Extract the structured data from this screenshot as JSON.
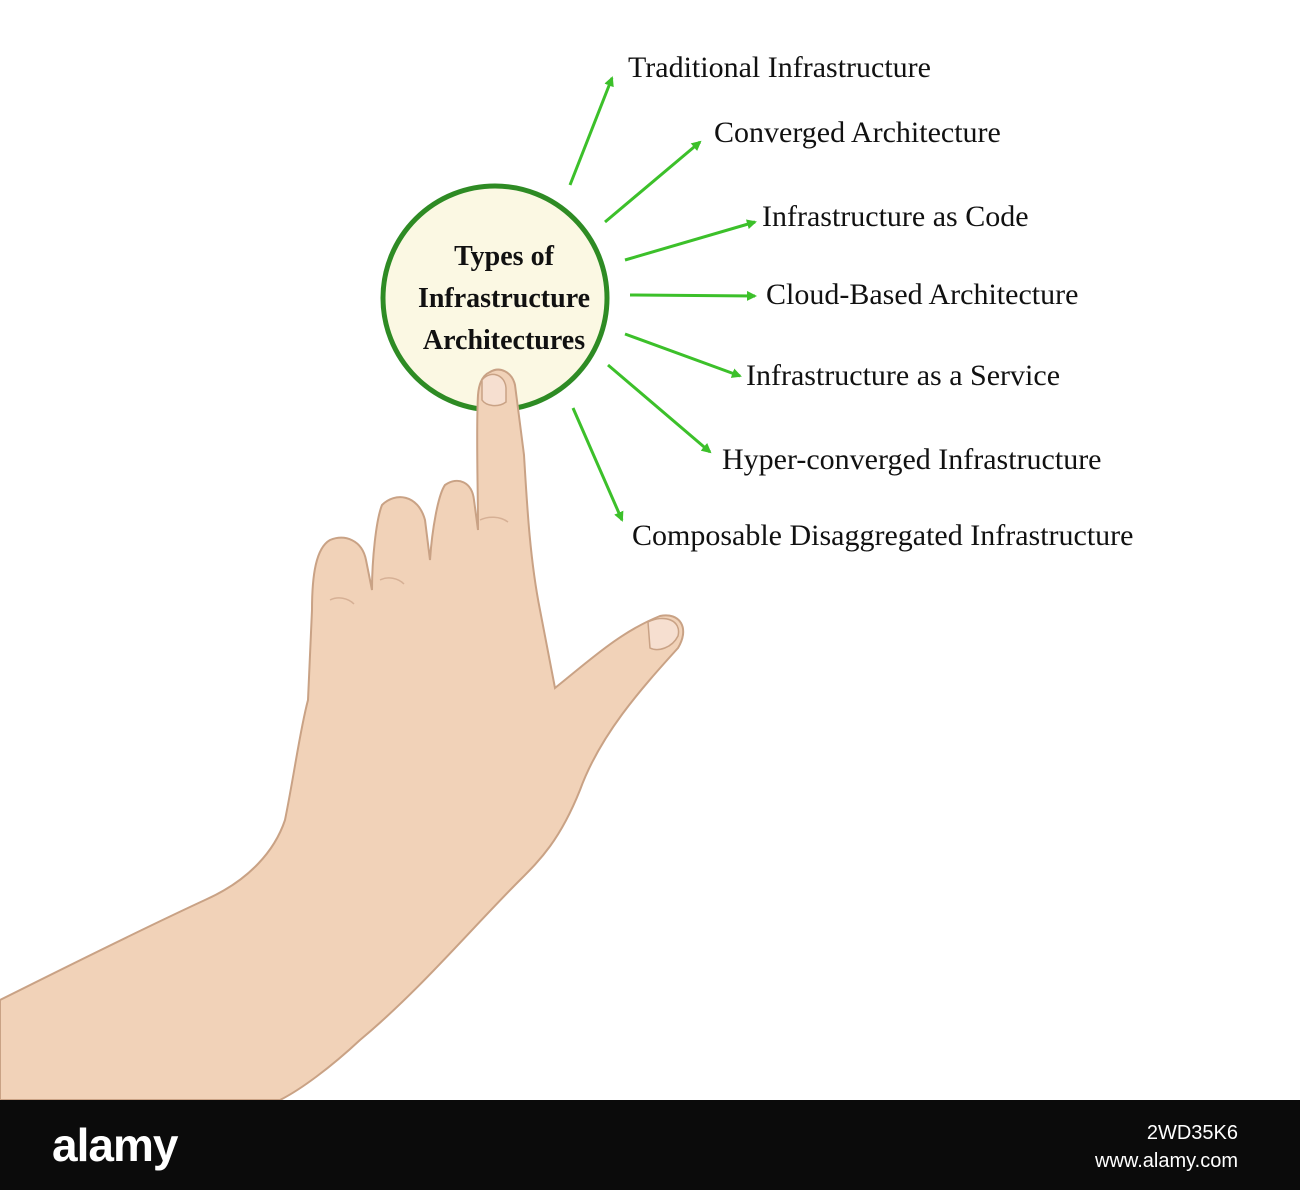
{
  "center": {
    "line1": "Types of",
    "line2": "Infrastructure",
    "line3": "Architectures"
  },
  "items": [
    "Traditional Infrastructure",
    "Converged Architecture",
    "Infrastructure as Code",
    "Cloud-Based Architecture",
    "Infrastructure as a Service",
    "Hyper-converged Infrastructure",
    "Composable Disaggregated Infrastructure"
  ],
  "footer": {
    "brand": "alamy",
    "stock_id": "2WD35K6",
    "url": "www.alamy.com"
  },
  "colors": {
    "circle_fill": "#fbf8e3",
    "circle_stroke": "#2e8b24",
    "arrow": "#3cc02a",
    "footer": "#0b0b0b"
  }
}
